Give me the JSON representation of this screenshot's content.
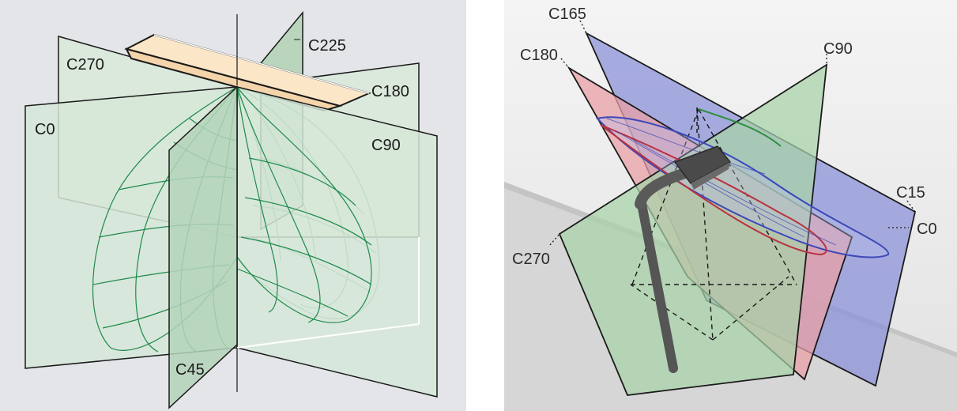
{
  "left_diagram": {
    "labels": {
      "c225": "C225",
      "c270": "C270",
      "c180": "C180",
      "c0": "C0",
      "c90": "C90",
      "c45": "C45"
    }
  },
  "right_diagram": {
    "labels": {
      "c165": "C165",
      "c180": "C180",
      "c90": "C90",
      "c15": "C15",
      "c0": "C0",
      "c270": "C270"
    }
  },
  "colors": {
    "left_background": "#e4e5e8",
    "plane_fill": "#dbe9dc",
    "plane_fill_mid": "#bed8c2",
    "wireframe": "#1f8a4c",
    "luminaire": "#fbe6c8",
    "right_background": "#efefef",
    "plane_red": "#e8a0a6",
    "plane_blue": "#8c93d8",
    "plane_green": "#a8d2a8"
  }
}
